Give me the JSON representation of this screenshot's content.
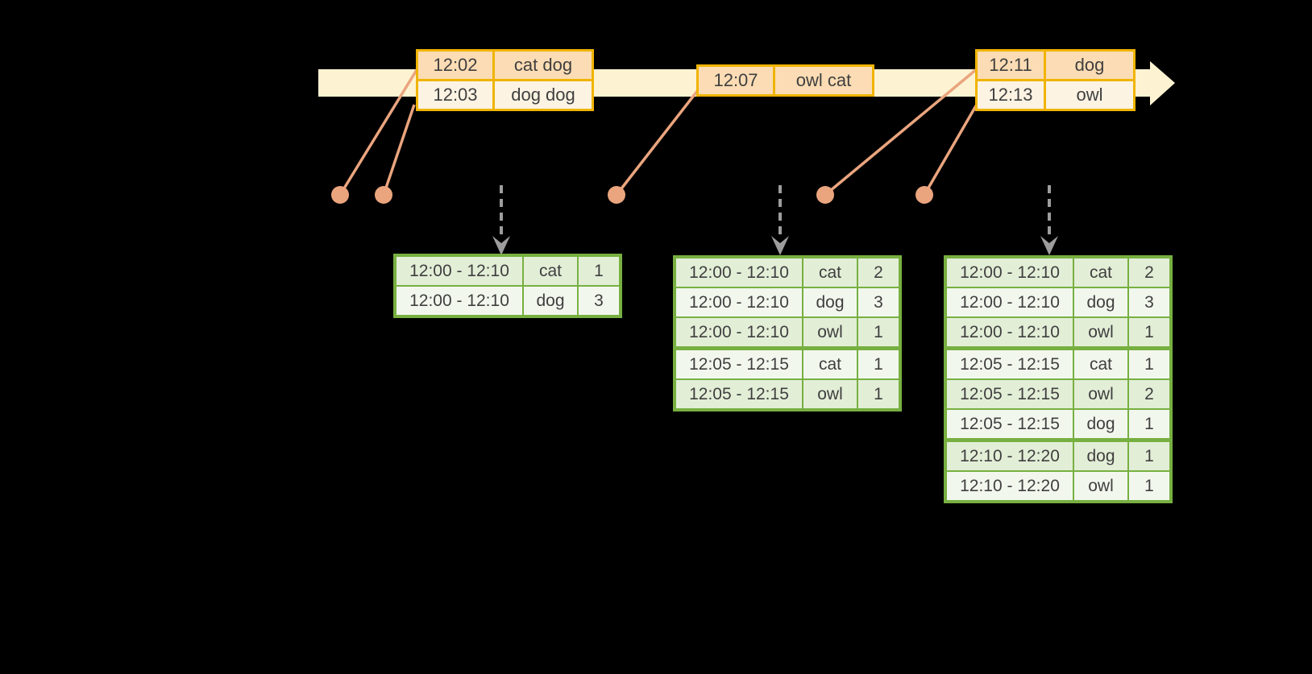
{
  "colors": {
    "background": "#000000",
    "timeline_bar": "#fdf3d2",
    "event_table_border": "#f0b400",
    "event_row_fill_dark": "#fbdcb4",
    "event_row_fill_light": "#fdf3e3",
    "connector_salmon": "#eaa57e",
    "result_table_border": "#77b041",
    "result_row_fill_dark": "#e3eed7",
    "result_row_fill_light": "#f2f7ee",
    "trigger_arrow_gray": "#9d9d9d",
    "text": "#3f3f3f"
  },
  "timeline": {
    "event_tables": [
      {
        "rows": [
          {
            "time": "12:02",
            "words": "cat dog"
          },
          {
            "time": "12:03",
            "words": "dog dog"
          }
        ]
      },
      {
        "rows": [
          {
            "time": "12:07",
            "words": "owl cat"
          }
        ]
      },
      {
        "rows": [
          {
            "time": "12:11",
            "words": "dog"
          },
          {
            "time": "12:13",
            "words": "owl"
          }
        ]
      }
    ]
  },
  "result_tables": [
    {
      "rows": [
        {
          "window": "12:00 - 12:10",
          "word": "cat",
          "count": "1"
        },
        {
          "window": "12:00 - 12:10",
          "word": "dog",
          "count": "3"
        }
      ]
    },
    {
      "rows": [
        {
          "window": "12:00 - 12:10",
          "word": "cat",
          "count": "2"
        },
        {
          "window": "12:00 - 12:10",
          "word": "dog",
          "count": "3"
        },
        {
          "window": "12:00 - 12:10",
          "word": "owl",
          "count": "1"
        },
        {
          "window": "12:05 - 12:15",
          "word": "cat",
          "count": "1"
        },
        {
          "window": "12:05 - 12:15",
          "word": "owl",
          "count": "1"
        }
      ]
    },
    {
      "rows": [
        {
          "window": "12:00 - 12:10",
          "word": "cat",
          "count": "2"
        },
        {
          "window": "12:00 - 12:10",
          "word": "dog",
          "count": "3"
        },
        {
          "window": "12:00 - 12:10",
          "word": "owl",
          "count": "1"
        },
        {
          "window": "12:05 - 12:15",
          "word": "cat",
          "count": "1"
        },
        {
          "window": "12:05 - 12:15",
          "word": "owl",
          "count": "2"
        },
        {
          "window": "12:05 - 12:15",
          "word": "dog",
          "count": "1"
        },
        {
          "window": "12:10 - 12:20",
          "word": "dog",
          "count": "1"
        },
        {
          "window": "12:10 - 12:20",
          "word": "owl",
          "count": "1"
        }
      ]
    }
  ]
}
